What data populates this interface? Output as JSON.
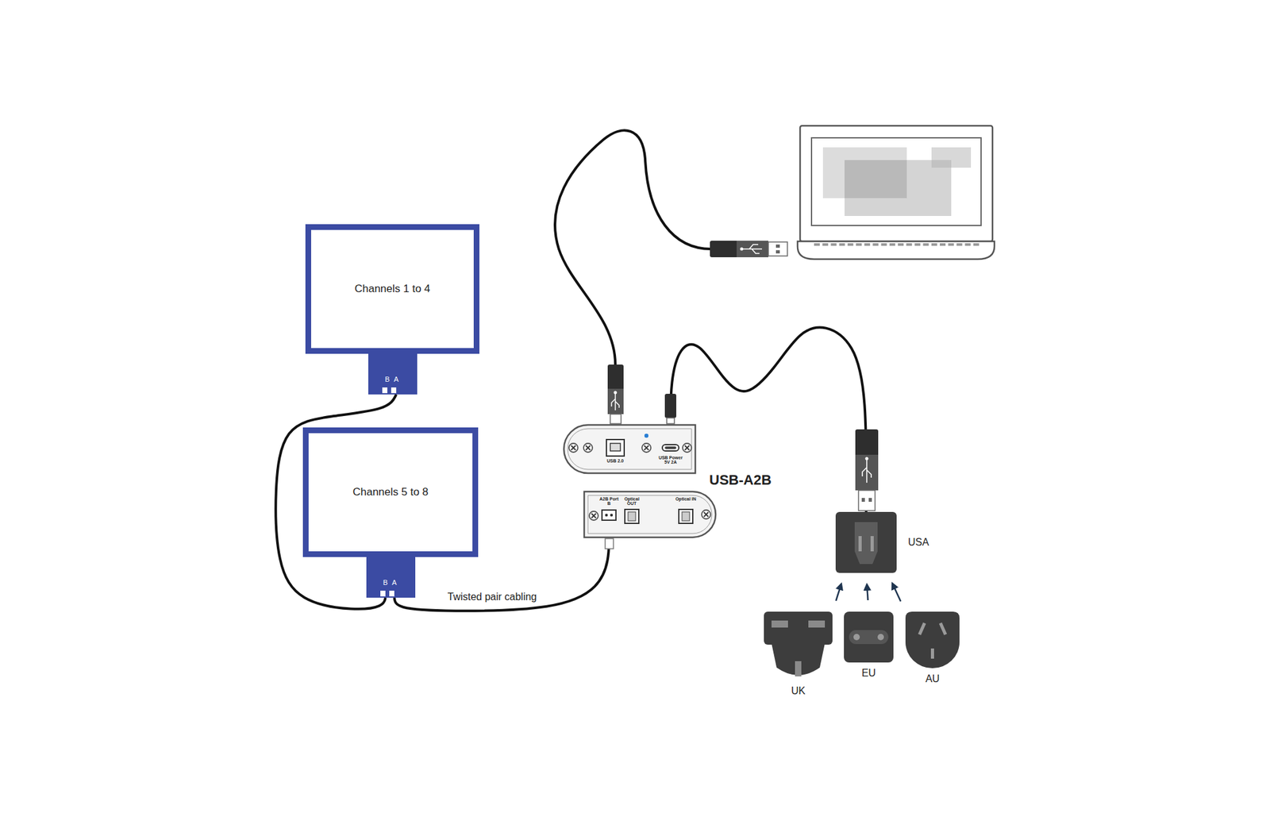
{
  "diagram": {
    "nodes": [
      {
        "text": [
          "Channels 1 to 4"
        ]
      },
      {
        "text": [
          "Channels 5 to 8"
        ]
      },
      {
        "text": [
          "USB 2.0",
          "USB Power 5V 2A"
        ]
      },
      {
        "text": [
          "A2B Port B",
          "Optical OUT",
          "Optical IN"
        ]
      },
      {
        "text": [
          "USA"
        ]
      },
      {
        "text": [
          "UK"
        ]
      },
      {
        "text": [
          "EU"
        ]
      },
      {
        "text": [
          "AU"
        ]
      }
    ],
    "edges": [
      {
        "from": 0,
        "to": 1,
        "arrow": "none"
      },
      {
        "from": 1,
        "to": 3,
        "label": "Twisted pair cabling",
        "arrow": "none"
      },
      {
        "from": 2,
        "to": 4,
        "arrow": "none"
      },
      {
        "from": 5,
        "to": 4,
        "arrow": "to"
      },
      {
        "from": 6,
        "to": 4,
        "arrow": "to"
      },
      {
        "from": 7,
        "to": 4,
        "arrow": "to"
      }
    ],
    "labels": [
      "B",
      "A",
      "B",
      "A",
      "USB-A2B"
    ]
  }
}
